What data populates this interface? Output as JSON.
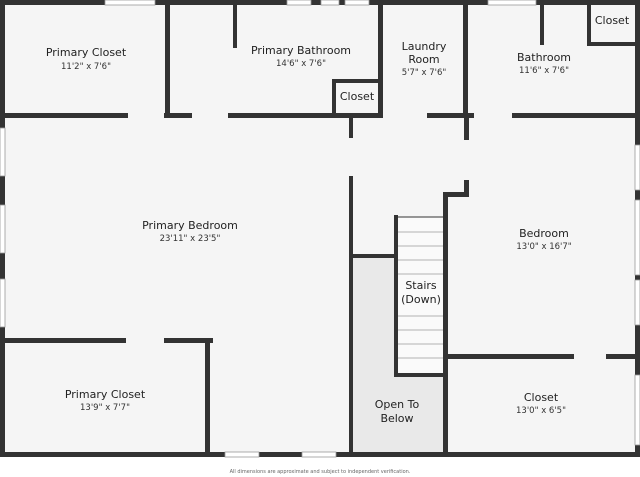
{
  "rooms": {
    "primary_closet_top": {
      "name": "Primary Closet",
      "dims": "11'2\" x 7'6\""
    },
    "primary_bathroom": {
      "name": "Primary Bathroom",
      "dims": "14'6\" x 7'6\""
    },
    "bath_closet": {
      "name": "Closet"
    },
    "laundry": {
      "name_line1": "Laundry",
      "name_line2": "Room",
      "dims": "5'7\" x 7'6\""
    },
    "bathroom": {
      "name": "Bathroom",
      "dims": "11'6\" x 7'6\""
    },
    "bathroom_closet": {
      "name": "Closet"
    },
    "primary_bedroom": {
      "name": "Primary Bedroom",
      "dims": "23'11\" x 23'5\""
    },
    "primary_closet_bottom": {
      "name": "Primary Closet",
      "dims": "13'9\" x 7'7\""
    },
    "stairs": {
      "line1": "Stairs",
      "line2": "(Down)"
    },
    "open_to_below": {
      "line1": "Open To",
      "line2": "Below"
    },
    "bedroom": {
      "name": "Bedroom",
      "dims": "13'0\" x 16'7\""
    },
    "bedroom_closet": {
      "name": "Closet",
      "dims": "13'0\" x 6'5\""
    }
  },
  "footer": {
    "disclaimer": "All dimensions are approximate and subject to independent verification."
  },
  "colors": {
    "wall": "#333333",
    "floor": "#f5f5f5",
    "open_area": "#e9e9e9",
    "window": "#cfcfcf"
  }
}
